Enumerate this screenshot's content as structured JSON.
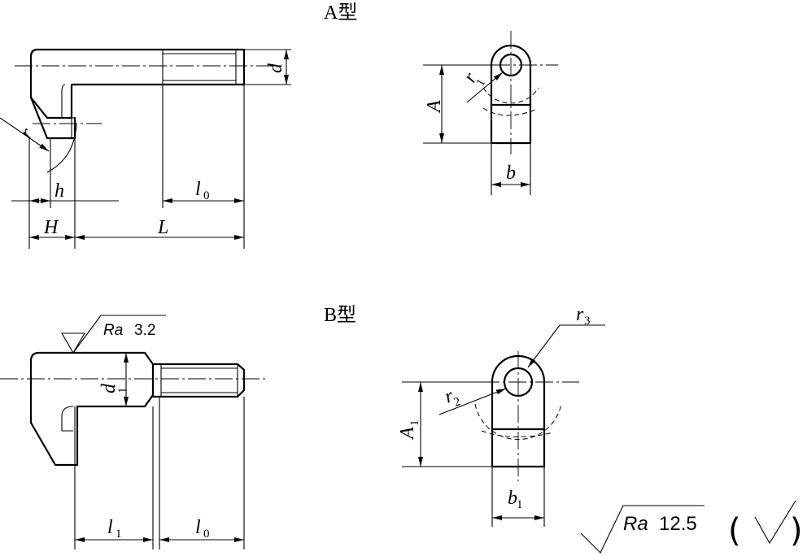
{
  "titles": {
    "type_a": "A型",
    "type_b": "B型"
  },
  "dims_a": {
    "d": "d",
    "r": "r",
    "h": "h",
    "H": "H",
    "L": "L",
    "l0": "l",
    "l0_sub": "0",
    "A": "A",
    "r1": "r",
    "r1_sub": "1",
    "b": "b"
  },
  "dims_b": {
    "d1": "d",
    "d1_sub": "1",
    "l1": "l",
    "l1_sub": "1",
    "l0": "l",
    "l0_sub": "0",
    "r3": "r",
    "r3_sub": "3",
    "r2": "r",
    "r2_sub": "2",
    "A1": "A",
    "A1_sub": "1",
    "b1": "b",
    "b1_sub": "1"
  },
  "surface_finish": {
    "local_prefix": "Ra",
    "local_value": "3.2",
    "general_prefix": "Ra",
    "general_value": "12.5",
    "bracket_open": "(",
    "bracket_close": ")"
  }
}
